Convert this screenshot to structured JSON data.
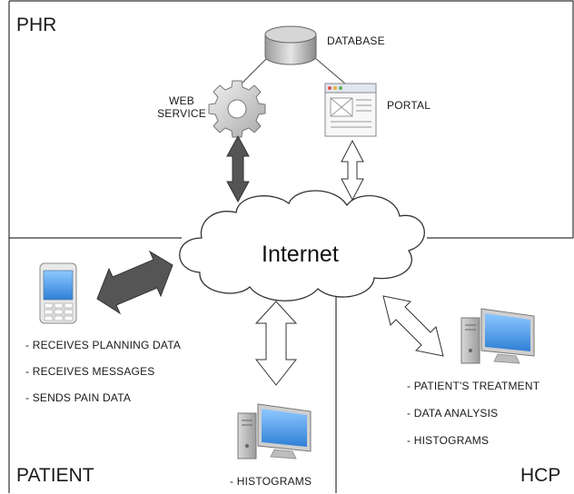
{
  "regions": {
    "phr": "PHR",
    "patient": "PATIENT",
    "hcp": "HCP"
  },
  "network": {
    "cloud_label": "Internet"
  },
  "phr_components": {
    "database": "DATABASE",
    "web_service_line1": "WEB",
    "web_service_line2": "SERVICE",
    "portal": "PORTAL"
  },
  "patient_notes": [
    "- RECEIVES PLANNING DATA",
    "- RECEIVES MESSAGES",
    "- SENDS PAIN DATA"
  ],
  "patient_pc_note": "- HISTOGRAMS",
  "hcp_notes": [
    "- PATIENT'S TREATMENT",
    "- DATA ANALYSIS",
    "- HISTOGRAMS"
  ],
  "colors": {
    "border": "#333333",
    "dark_arrow": "#555555",
    "light_arrow": "#ffffff",
    "screen_blue": "#4a9be8"
  },
  "icons": {
    "database": "database-icon",
    "web_service": "gear-icon",
    "portal": "browser-window-icon",
    "patient_device": "mobile-phone-icon",
    "patient_pc": "desktop-computer-icon",
    "hcp_pc": "desktop-computer-icon"
  }
}
